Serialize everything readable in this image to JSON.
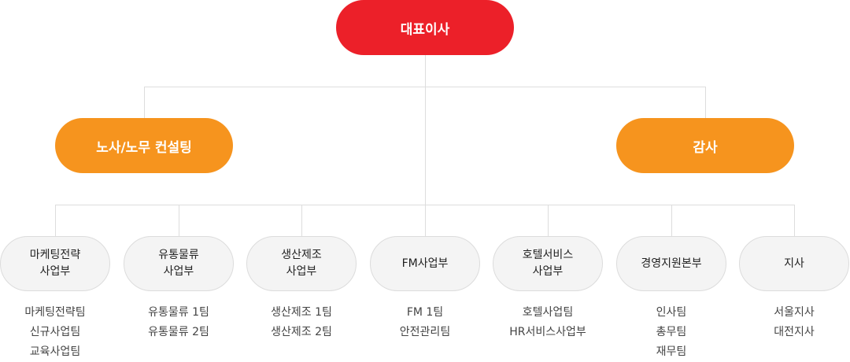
{
  "ceo": {
    "label": "대표이사"
  },
  "staff": {
    "consulting": "노사/노무 컨설팅",
    "audit": "감사"
  },
  "divisions": [
    {
      "name_line1": "마케팅전략",
      "name_line2": "사업부",
      "teams": [
        "마케팅전략팀",
        "신규사업팀",
        "교육사업팀"
      ]
    },
    {
      "name_line1": "유통물류",
      "name_line2": "사업부",
      "teams": [
        "유통물류 1팀",
        "유통물류 2팀"
      ]
    },
    {
      "name_line1": "생산제조",
      "name_line2": "사업부",
      "teams": [
        "생산제조 1팀",
        "생산제조 2팀"
      ]
    },
    {
      "name_line1": "FM사업부",
      "name_line2": "",
      "teams": [
        "FM 1팀",
        "안전관리팀"
      ]
    },
    {
      "name_line1": "호텔서비스",
      "name_line2": "사업부",
      "teams": [
        "호텔사업팀",
        "HR서비스사업부"
      ]
    },
    {
      "name_line1": "경영지원본부",
      "name_line2": "",
      "teams": [
        "인사팀",
        "총무팀",
        "재무팀"
      ]
    },
    {
      "name_line1": "지사",
      "name_line2": "",
      "teams": [
        "서울지사",
        "대전지사"
      ]
    }
  ],
  "colors": {
    "ceo": "#ec2029",
    "staff": "#f6941e",
    "division_bg": "#f4f4f4",
    "connector": "#dddddd"
  }
}
